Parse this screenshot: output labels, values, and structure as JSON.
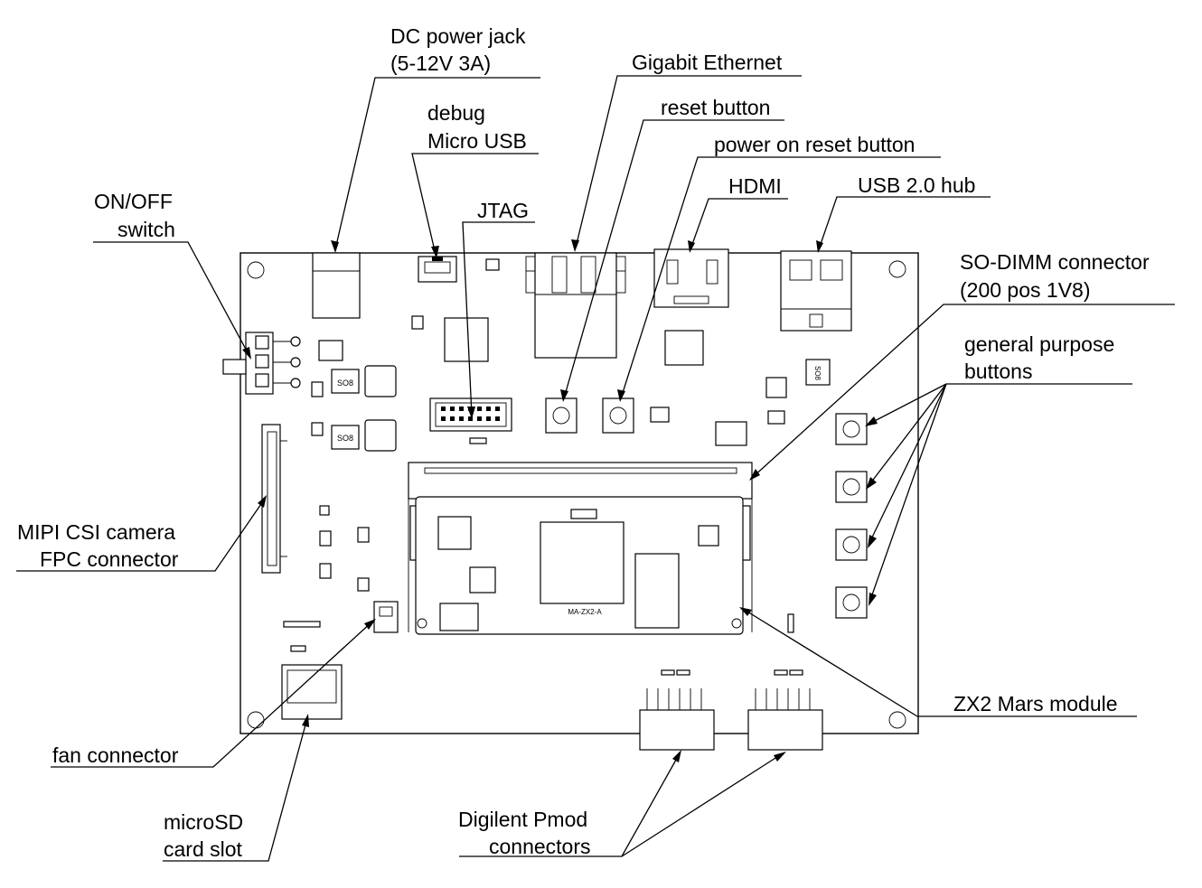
{
  "figure": {
    "labels": {
      "dc_power_jack": [
        "DC power jack",
        "(5-12V 3A)"
      ],
      "gigabit_ethernet": [
        "Gigabit Ethernet"
      ],
      "debug_micro_usb": [
        "debug",
        "Micro USB"
      ],
      "reset_button": [
        "reset button"
      ],
      "power_on_reset_button": [
        "power on reset button"
      ],
      "on_off_switch": [
        "ON/OFF",
        "switch"
      ],
      "jtag": [
        "JTAG"
      ],
      "hdmi": [
        "HDMI"
      ],
      "usb_hub": [
        "USB 2.0 hub"
      ],
      "so_dimm": [
        "SO-DIMM connector",
        "(200 pos 1V8)"
      ],
      "gp_buttons": [
        "general purpose",
        "buttons"
      ],
      "mipi_csi": [
        "MIPI CSI camera",
        "FPC connector"
      ],
      "zx2_module": [
        "ZX2 Mars module"
      ],
      "fan_connector": [
        "fan connector"
      ],
      "microsd": [
        "microSD",
        "card slot"
      ],
      "pmod": [
        "Digilent Pmod",
        "connectors"
      ]
    },
    "board_markings": {
      "chip_mark_1": "SO8",
      "chip_mark_2": "SO8",
      "chip_mark_3": "SO8",
      "module_mark": "MA-ZX2-A"
    }
  }
}
